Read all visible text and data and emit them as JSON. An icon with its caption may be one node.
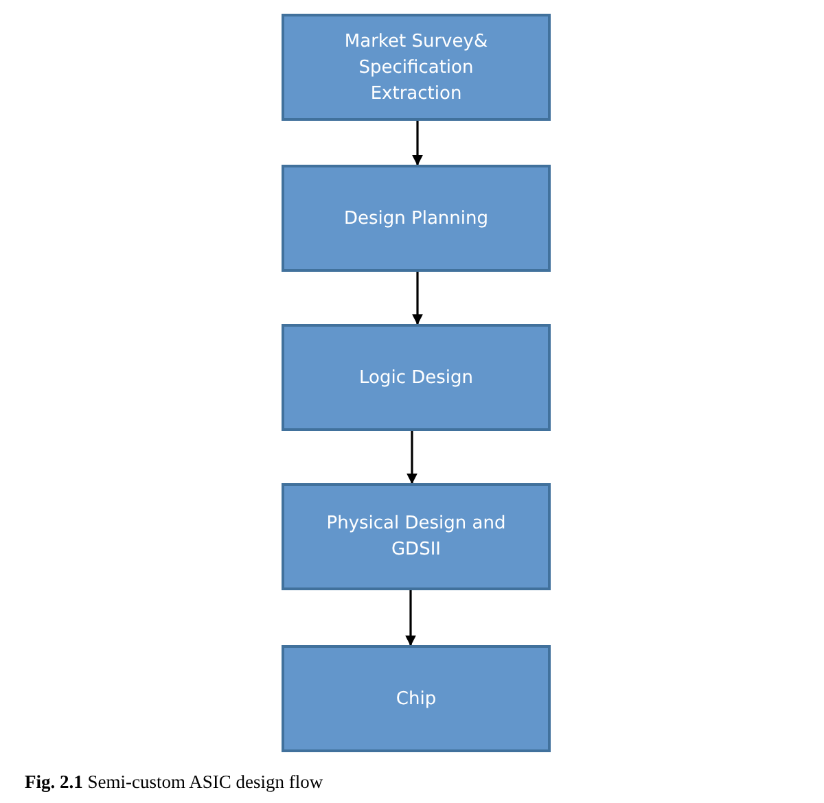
{
  "diagram": {
    "caption": "**Fig. 2.1**  Semi-custom ASIC design flow",
    "nodes": [
      {
        "text": [
          "Market Survey& Specification Extraction"
        ]
      },
      {
        "text": [
          "Design Planning"
        ]
      },
      {
        "text": [
          "Logic Design"
        ]
      },
      {
        "text": [
          "Physical Design and GDSII"
        ]
      },
      {
        "text": [
          "Chip"
        ]
      }
    ],
    "edges": [
      {
        "from": 0,
        "to": 1,
        "arrow": "to"
      },
      {
        "from": 1,
        "to": 2,
        "arrow": "to"
      },
      {
        "from": 2,
        "to": 3,
        "arrow": "to"
      },
      {
        "from": 3,
        "to": 4,
        "arrow": "to"
      }
    ]
  }
}
